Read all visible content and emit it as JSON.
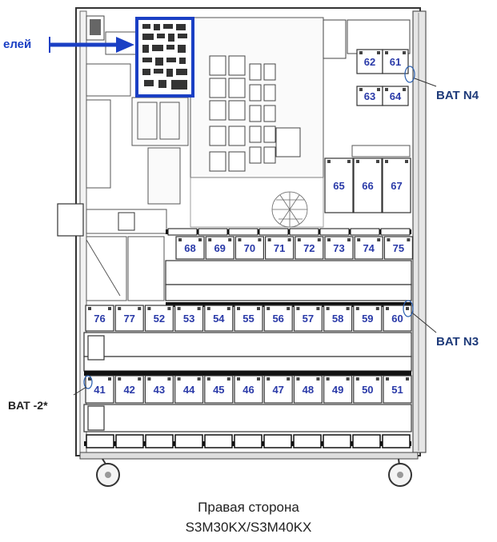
{
  "callouts": {
    "left_partial": "елей",
    "bat_n4": "BAT N4",
    "bat_n3": "BAT N3",
    "bat_2": "BAT -2*"
  },
  "caption": {
    "line1": "Правая сторона",
    "line2": "S3M30KX/S3M40KX"
  },
  "batteries": {
    "top_group": [
      "62",
      "61",
      "63",
      "64"
    ],
    "mid_group": [
      "65",
      "66",
      "67"
    ],
    "row_a": [
      "68",
      "69",
      "70",
      "71",
      "72",
      "73",
      "74",
      "75"
    ],
    "row_b": [
      "76",
      "77",
      "52",
      "53",
      "54",
      "55",
      "56",
      "57",
      "58",
      "59",
      "60"
    ],
    "row_c": [
      "41",
      "42",
      "43",
      "44",
      "45",
      "46",
      "47",
      "48",
      "49",
      "50",
      "51"
    ]
  },
  "colors": {
    "accent_blue": "#1a3fc4",
    "label_blue": "#1f3b7a",
    "number_blue": "#2a3aa8",
    "line": "#333333"
  }
}
